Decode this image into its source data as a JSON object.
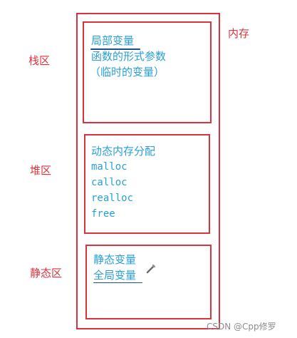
{
  "labels": {
    "memory": "内存",
    "stack": "栈区",
    "heap": "堆区",
    "static": "静态区"
  },
  "stack_box": {
    "line1": "局部变量",
    "line2": "函数的形式参数",
    "line3": "（临时的变量）"
  },
  "heap_box": {
    "line1": "动态内存分配",
    "line2": "malloc",
    "line3": "calloc",
    "line4": "realloc",
    "line5": "free"
  },
  "static_box": {
    "line1": "静态变量",
    "line2": "全局变量"
  },
  "icons": {
    "pencil": "pencil-icon"
  },
  "watermark": "CSDN @Cpp修罗",
  "colors": {
    "red": "#d9343e",
    "blue": "#2a9fd6",
    "underline": "#1c4f8e",
    "watermark": "#8c8c8c"
  }
}
